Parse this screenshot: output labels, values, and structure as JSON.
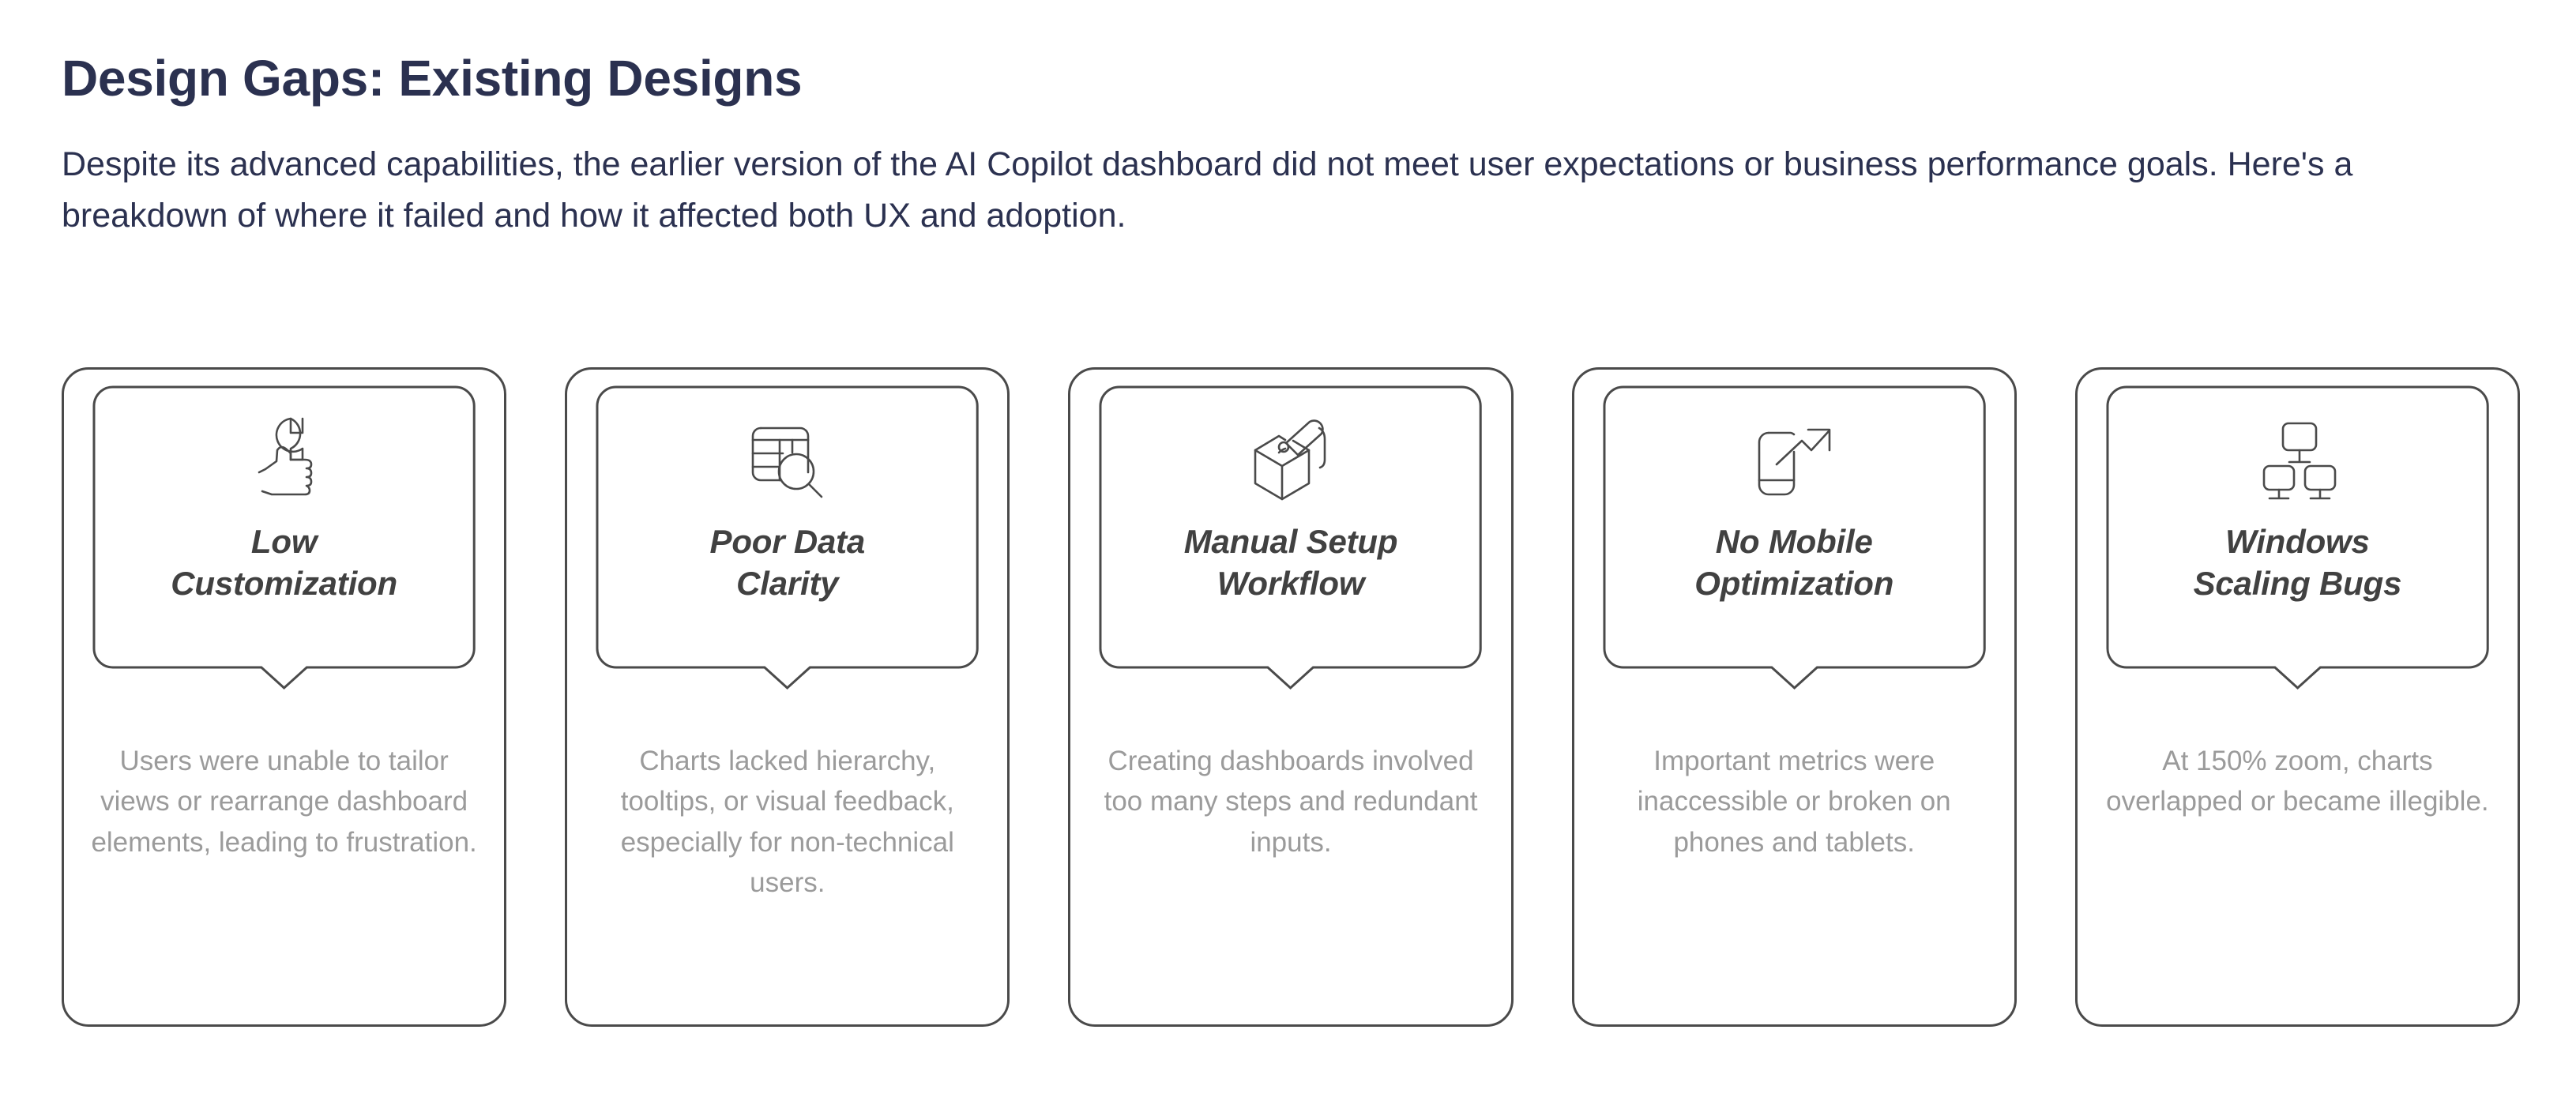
{
  "header": {
    "title": "Design Gaps: Existing Designs",
    "intro": "Despite its advanced capabilities, the earlier version of the AI Copilot dashboard did not meet user expectations or business performance goals. Here's a breakdown of where it failed and how it affected both UX and adoption."
  },
  "colors": {
    "title_color": "#2b3150",
    "card_border": "#4a4a4a",
    "card_title": "#414141",
    "card_desc": "#9b9b9b",
    "background": "#ffffff"
  },
  "cards": [
    {
      "icon": "hand-holding-wrench-icon",
      "title": "Low\nCustomization",
      "desc": "Users were unable to tailor views or rearrange dashboard elements, leading to frustration."
    },
    {
      "icon": "table-magnifier-icon",
      "title": "Poor Data\nClarity",
      "desc": "Charts lacked hierarchy, tooltips, or visual feedback, especially for non-technical users."
    },
    {
      "icon": "cube-pen-icon",
      "title": "Manual Setup\nWorkflow",
      "desc": "Creating dashboards involved too many steps and redundant inputs."
    },
    {
      "icon": "mobile-trend-arrow-icon",
      "title": "No Mobile\nOptimization",
      "desc": "Important metrics were inaccessible or broken on phones and tablets."
    },
    {
      "icon": "multiple-monitors-icon",
      "title": "Windows\nScaling Bugs",
      "desc": "At 150% zoom, charts overlapped or became illegible."
    }
  ]
}
